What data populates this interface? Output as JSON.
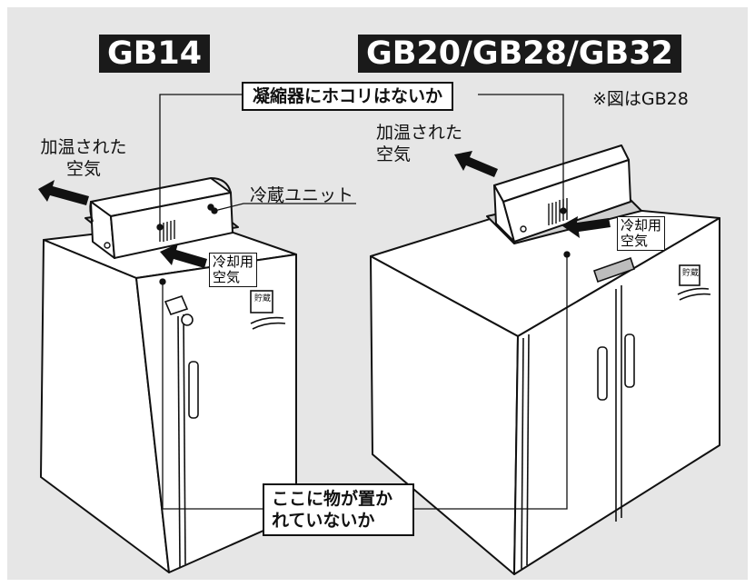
{
  "models": {
    "left": "GB14",
    "right": "GB20/GB28/GB32"
  },
  "note": "※図はGB28",
  "callouts": {
    "condenser": "凝縮器にホコリはないか",
    "objects_line1": "ここに物が置か",
    "objects_line2": "れていないか"
  },
  "labels": {
    "heated_air_line1": "加温された",
    "heated_air_line2": "空気",
    "cooling_unit": "冷蔵ユニット",
    "cooling_air_line1": "冷却用",
    "cooling_air_line2": "空気",
    "storage_badge": "貯蔵"
  },
  "colors": {
    "background": "#e6e6e6",
    "tag_bg": "#1a1a1a",
    "line": "#111111"
  }
}
